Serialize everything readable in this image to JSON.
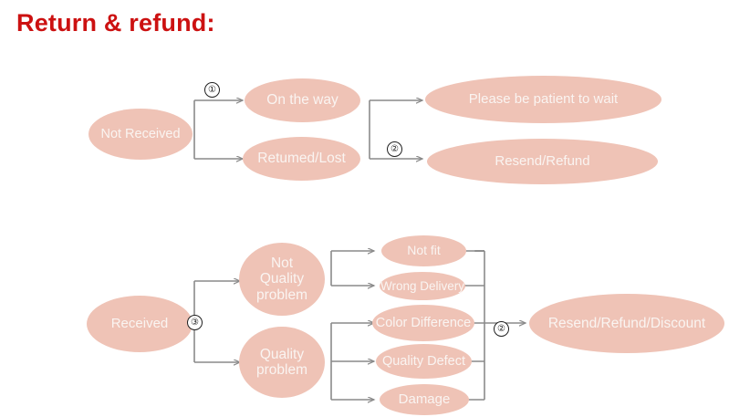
{
  "page": {
    "title": "Return & refund:",
    "title_color": "#CC1111",
    "background": "#ffffff",
    "node_fill": "#EFC3B6",
    "node_text_color": "#FAF4F1",
    "connector_color": "#808080"
  },
  "flow_not_received": {
    "start": {
      "label": "Not Received"
    },
    "branch_marker": "①",
    "middle": [
      {
        "label": "On the way"
      },
      {
        "label": "Retumed/Lost"
      }
    ],
    "second_marker": "②",
    "outcomes": [
      {
        "label": "Please be patient to wait"
      },
      {
        "label": "Resend/Refund"
      }
    ]
  },
  "flow_received": {
    "start": {
      "label": "Received"
    },
    "branch_marker": "③",
    "categories": [
      {
        "label": "Not\nQuality\nproblem"
      },
      {
        "label": "Quality\nproblem"
      }
    ],
    "reasons": [
      {
        "label": "Not fit"
      },
      {
        "label": "Wrong Delivery"
      },
      {
        "label": "Color Difference"
      },
      {
        "label": "Quality Defect"
      },
      {
        "label": "Damage"
      }
    ],
    "merge_marker": "②",
    "outcome": {
      "label": "Resend/Refund/Discount"
    }
  }
}
